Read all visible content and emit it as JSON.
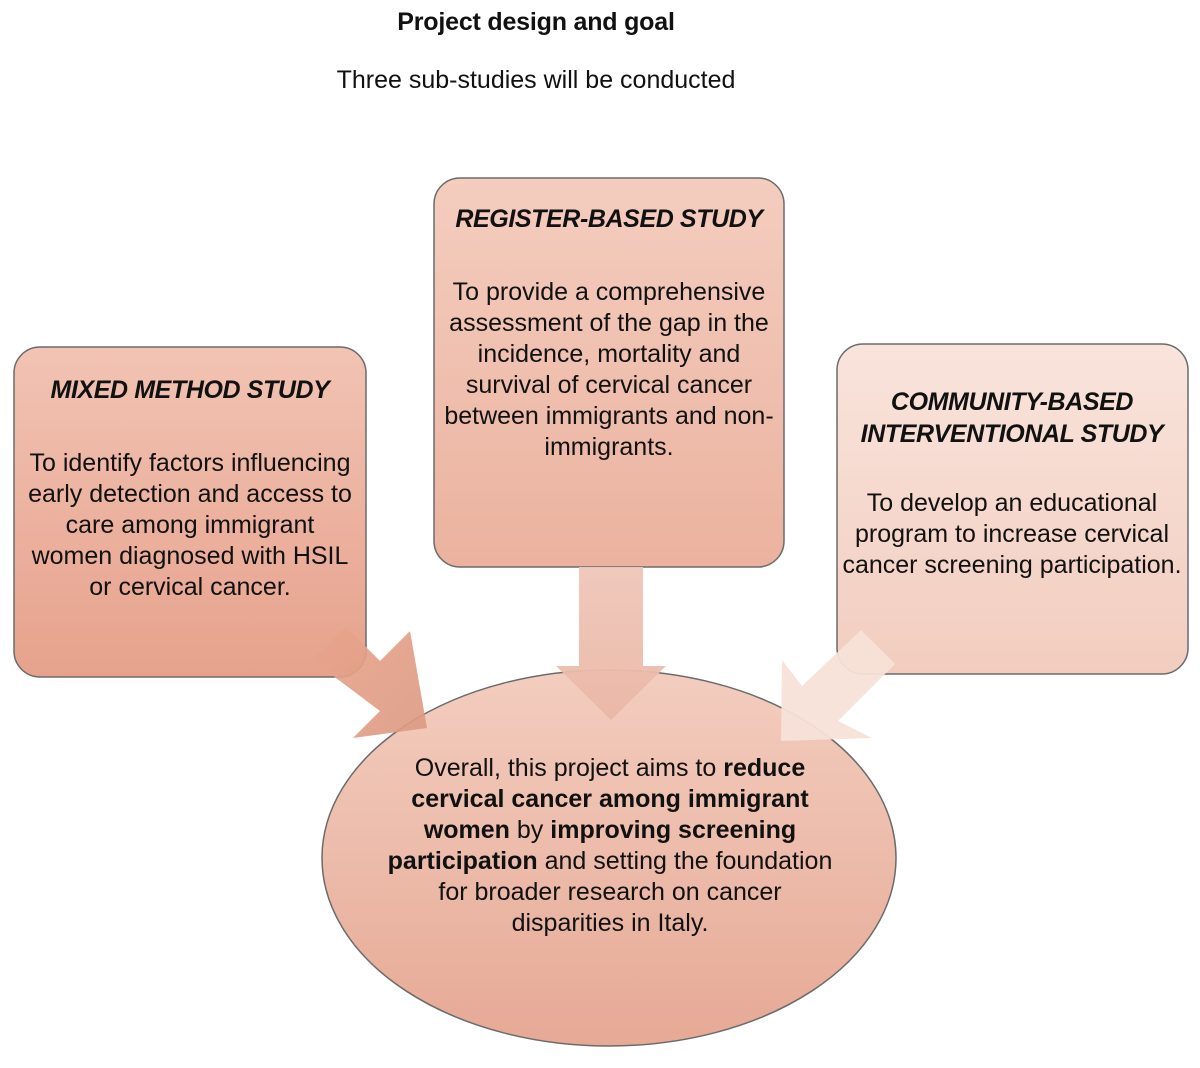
{
  "header": {
    "title": "Project design and goal",
    "subtitle": "Three sub-studies will be conducted"
  },
  "studies": {
    "left": {
      "title": "MIXED METHOD STUDY",
      "body": "To identify factors influencing early detection and access to care among immigrant women diagnosed with HSIL or cervical cancer."
    },
    "center": {
      "title": "REGISTER-BASED STUDY",
      "body": "To provide a comprehensive assessment of the gap in the incidence, mortality and survival of cervical cancer between immigrants and non-immigrants."
    },
    "right": {
      "title_line1": "COMMUNITY-BASED",
      "title_line2": "INTERVENTIONAL STUDY",
      "body": "To develop an educational program to increase cervical cancer screening participation."
    }
  },
  "goal": {
    "part1": "Overall, this project aims to",
    "part2_bold": "reduce cervical cancer among immigrant women",
    "part3": "by",
    "part4_bold": "improving screening participation",
    "part5": "and setting the foundation for broader research on cancer disparities in Italy."
  },
  "colors": {
    "left_box": "#e8a793",
    "center_box": "#eebbaa",
    "right_box": "#f5d8cd",
    "ellipse": "#ecb9a6",
    "stroke": "#6b6b6b"
  }
}
